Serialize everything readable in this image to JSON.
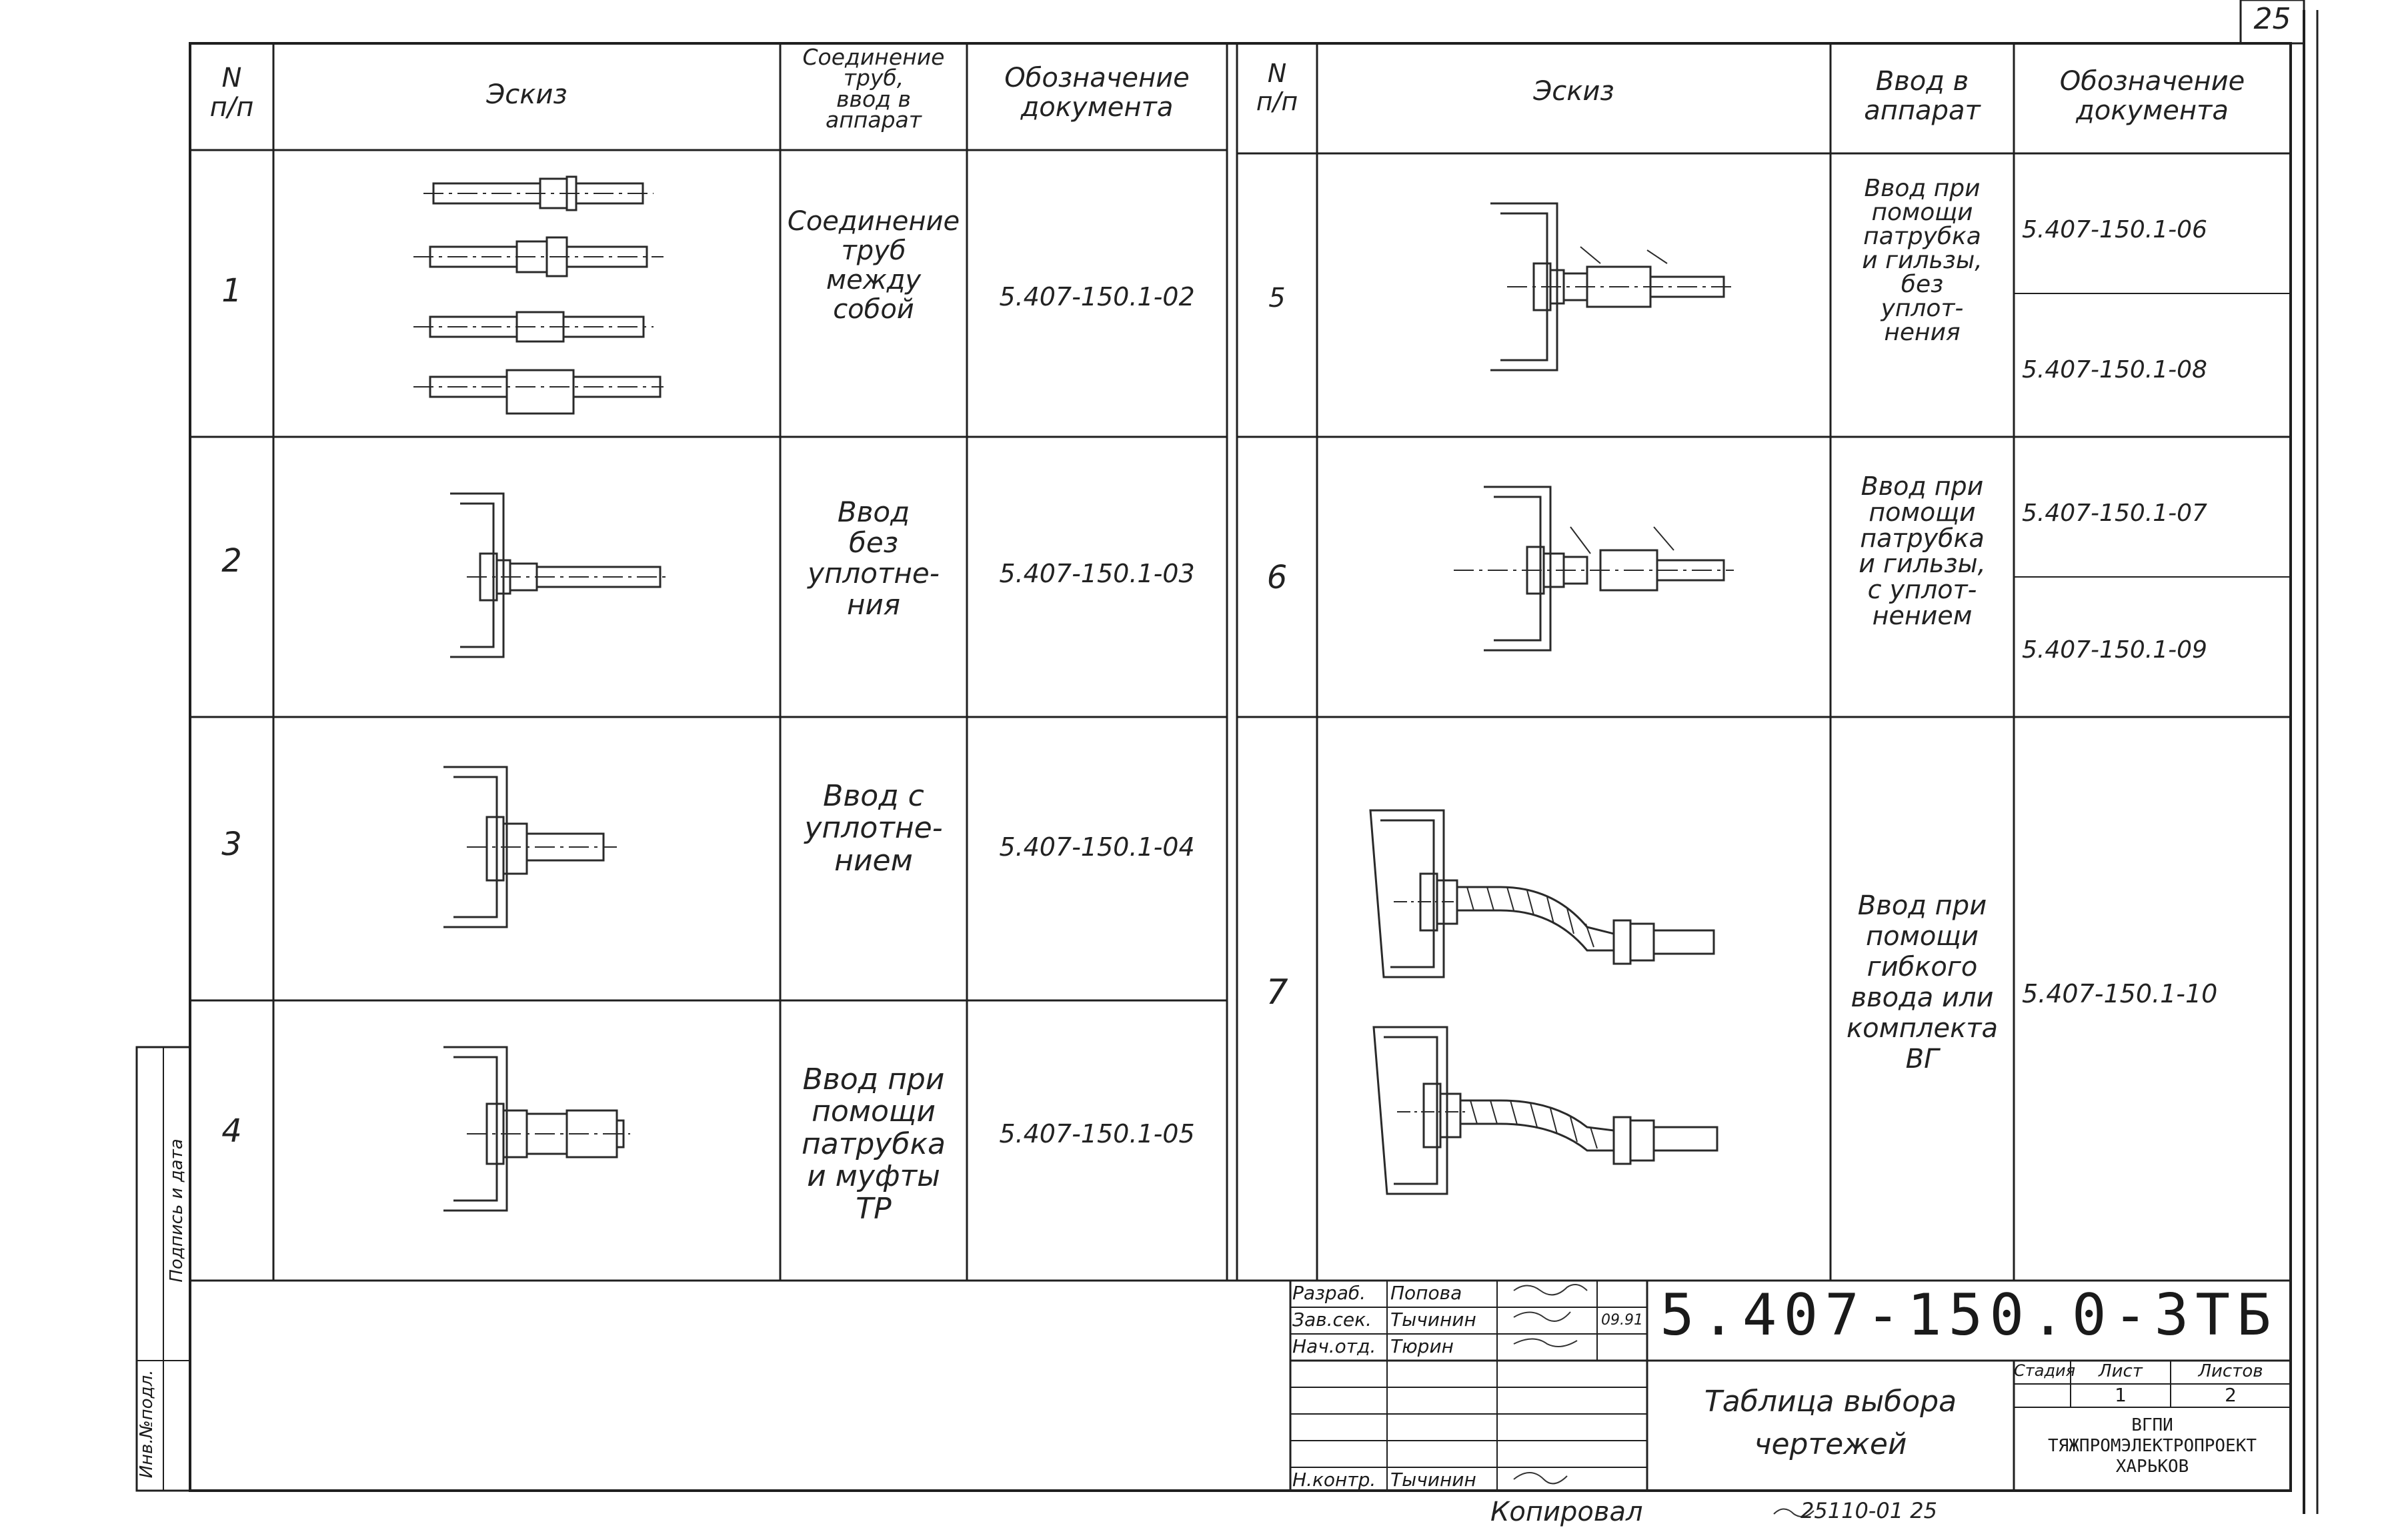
{
  "page_number": "25",
  "left_table": {
    "headers": {
      "num": "N\nп/п",
      "sketch": "Эскиз",
      "type": "Соединение\nтруб,\nввод в\nаппарат",
      "doc": "Обозначение\nдокумента"
    },
    "rows": [
      {
        "num": "1",
        "type": "Соединение\nтруб\nмежду\nсобой",
        "doc": "5.407-150.1-02"
      },
      {
        "num": "2",
        "type": "Ввод\nбез\nуплотне-\nния",
        "doc": "5.407-150.1-03"
      },
      {
        "num": "3",
        "type": "Ввод с\nуплотне-\nнием",
        "doc": "5.407-150.1-04"
      },
      {
        "num": "4",
        "type": "Ввод при\nпомощи\nпатрубка\nи муфты\nТР",
        "doc": "5.407-150.1-05"
      }
    ]
  },
  "right_table": {
    "headers": {
      "num": "N\nп/п",
      "sketch": "Эскиз",
      "type": "Ввод в\nаппарат",
      "doc": "Обозначение\nдокумента"
    },
    "rows": [
      {
        "num": "5",
        "type": "Ввод при\nпомощи\nпатрубка\nи гильзы,\nбез\nуплот-\nнения",
        "docs": [
          "5.407-150.1-06",
          "5.407-150.1-08"
        ]
      },
      {
        "num": "6",
        "type": "Ввод при\nпомощи\nпатрубка\nи гильзы,\nс уплот-\nнением",
        "docs": [
          "5.407-150.1-07",
          "5.407-150.1-09"
        ]
      },
      {
        "num": "7",
        "type": "Ввод при\nпомощи\nгибкого\nввода или\nкомплекта\nВГ",
        "docs": [
          "5.407-150.1-10"
        ]
      }
    ]
  },
  "title_block": {
    "designation": "5.407-150.0-3ТБ",
    "roles": [
      {
        "role": "Разраб.",
        "name": "Попова"
      },
      {
        "role": "Зав.сек.",
        "name": "Тычинин"
      },
      {
        "role": "Нач.отд.",
        "name": "Тюрин"
      },
      {
        "role": "Н.контр.",
        "name": "Тычинин"
      }
    ],
    "date": "09.91",
    "title": "Таблица выбора\nчертежей",
    "stage_label": "Стадия",
    "sheet_label": "Лист",
    "sheets_label": "Листов",
    "sheet_value": "1",
    "sheets_value": "2",
    "org": "ВГПИ\nТЯЖПРОМЭЛЕКТРОПРОЕКТ\nХАРЬКОВ"
  },
  "side_stamp": {
    "label1": "Инв.№подл.",
    "label2": "Подпись и дата"
  },
  "footer": {
    "copied": "Копировал",
    "order": "25110-01  25"
  }
}
